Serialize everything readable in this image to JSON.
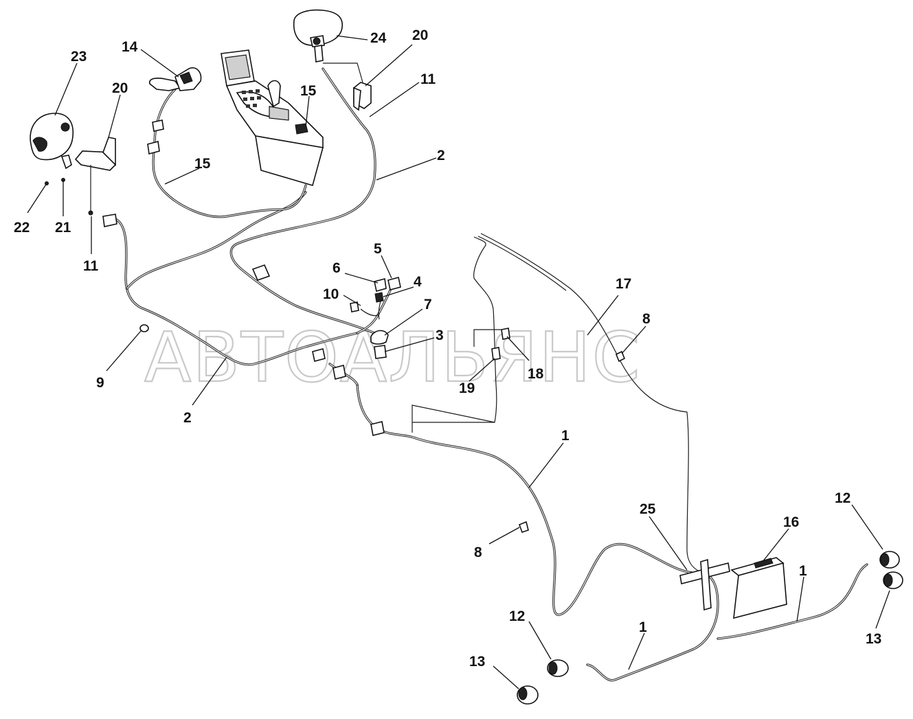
{
  "watermark": "АВТОАЛЬЯНС",
  "callouts": [
    {
      "id": "c23",
      "text": "23"
    },
    {
      "id": "c14",
      "text": "14"
    },
    {
      "id": "c20a",
      "text": "20"
    },
    {
      "id": "c15a",
      "text": "15"
    },
    {
      "id": "c15b",
      "text": "15"
    },
    {
      "id": "c24",
      "text": "24"
    },
    {
      "id": "c20b",
      "text": "20"
    },
    {
      "id": "c11a",
      "text": "11"
    },
    {
      "id": "c2a",
      "text": "2"
    },
    {
      "id": "c22",
      "text": "22"
    },
    {
      "id": "c21",
      "text": "21"
    },
    {
      "id": "c11b",
      "text": "11"
    },
    {
      "id": "c5",
      "text": "5"
    },
    {
      "id": "c6",
      "text": "6"
    },
    {
      "id": "c4",
      "text": "4"
    },
    {
      "id": "c10",
      "text": "10"
    },
    {
      "id": "c7",
      "text": "7"
    },
    {
      "id": "c3",
      "text": "3"
    },
    {
      "id": "c17",
      "text": "17"
    },
    {
      "id": "c8a",
      "text": "8"
    },
    {
      "id": "c9",
      "text": "9"
    },
    {
      "id": "c18",
      "text": "18"
    },
    {
      "id": "c19",
      "text": "19"
    },
    {
      "id": "c2b",
      "text": "2"
    },
    {
      "id": "c1a",
      "text": "1"
    },
    {
      "id": "c8b",
      "text": "8"
    },
    {
      "id": "c25",
      "text": "25"
    },
    {
      "id": "c16",
      "text": "16"
    },
    {
      "id": "c12a",
      "text": "12"
    },
    {
      "id": "c1b",
      "text": "1"
    },
    {
      "id": "c12b",
      "text": "12"
    },
    {
      "id": "c1c",
      "text": "1"
    },
    {
      "id": "c13a",
      "text": "13"
    },
    {
      "id": "c13b",
      "text": "13"
    }
  ]
}
